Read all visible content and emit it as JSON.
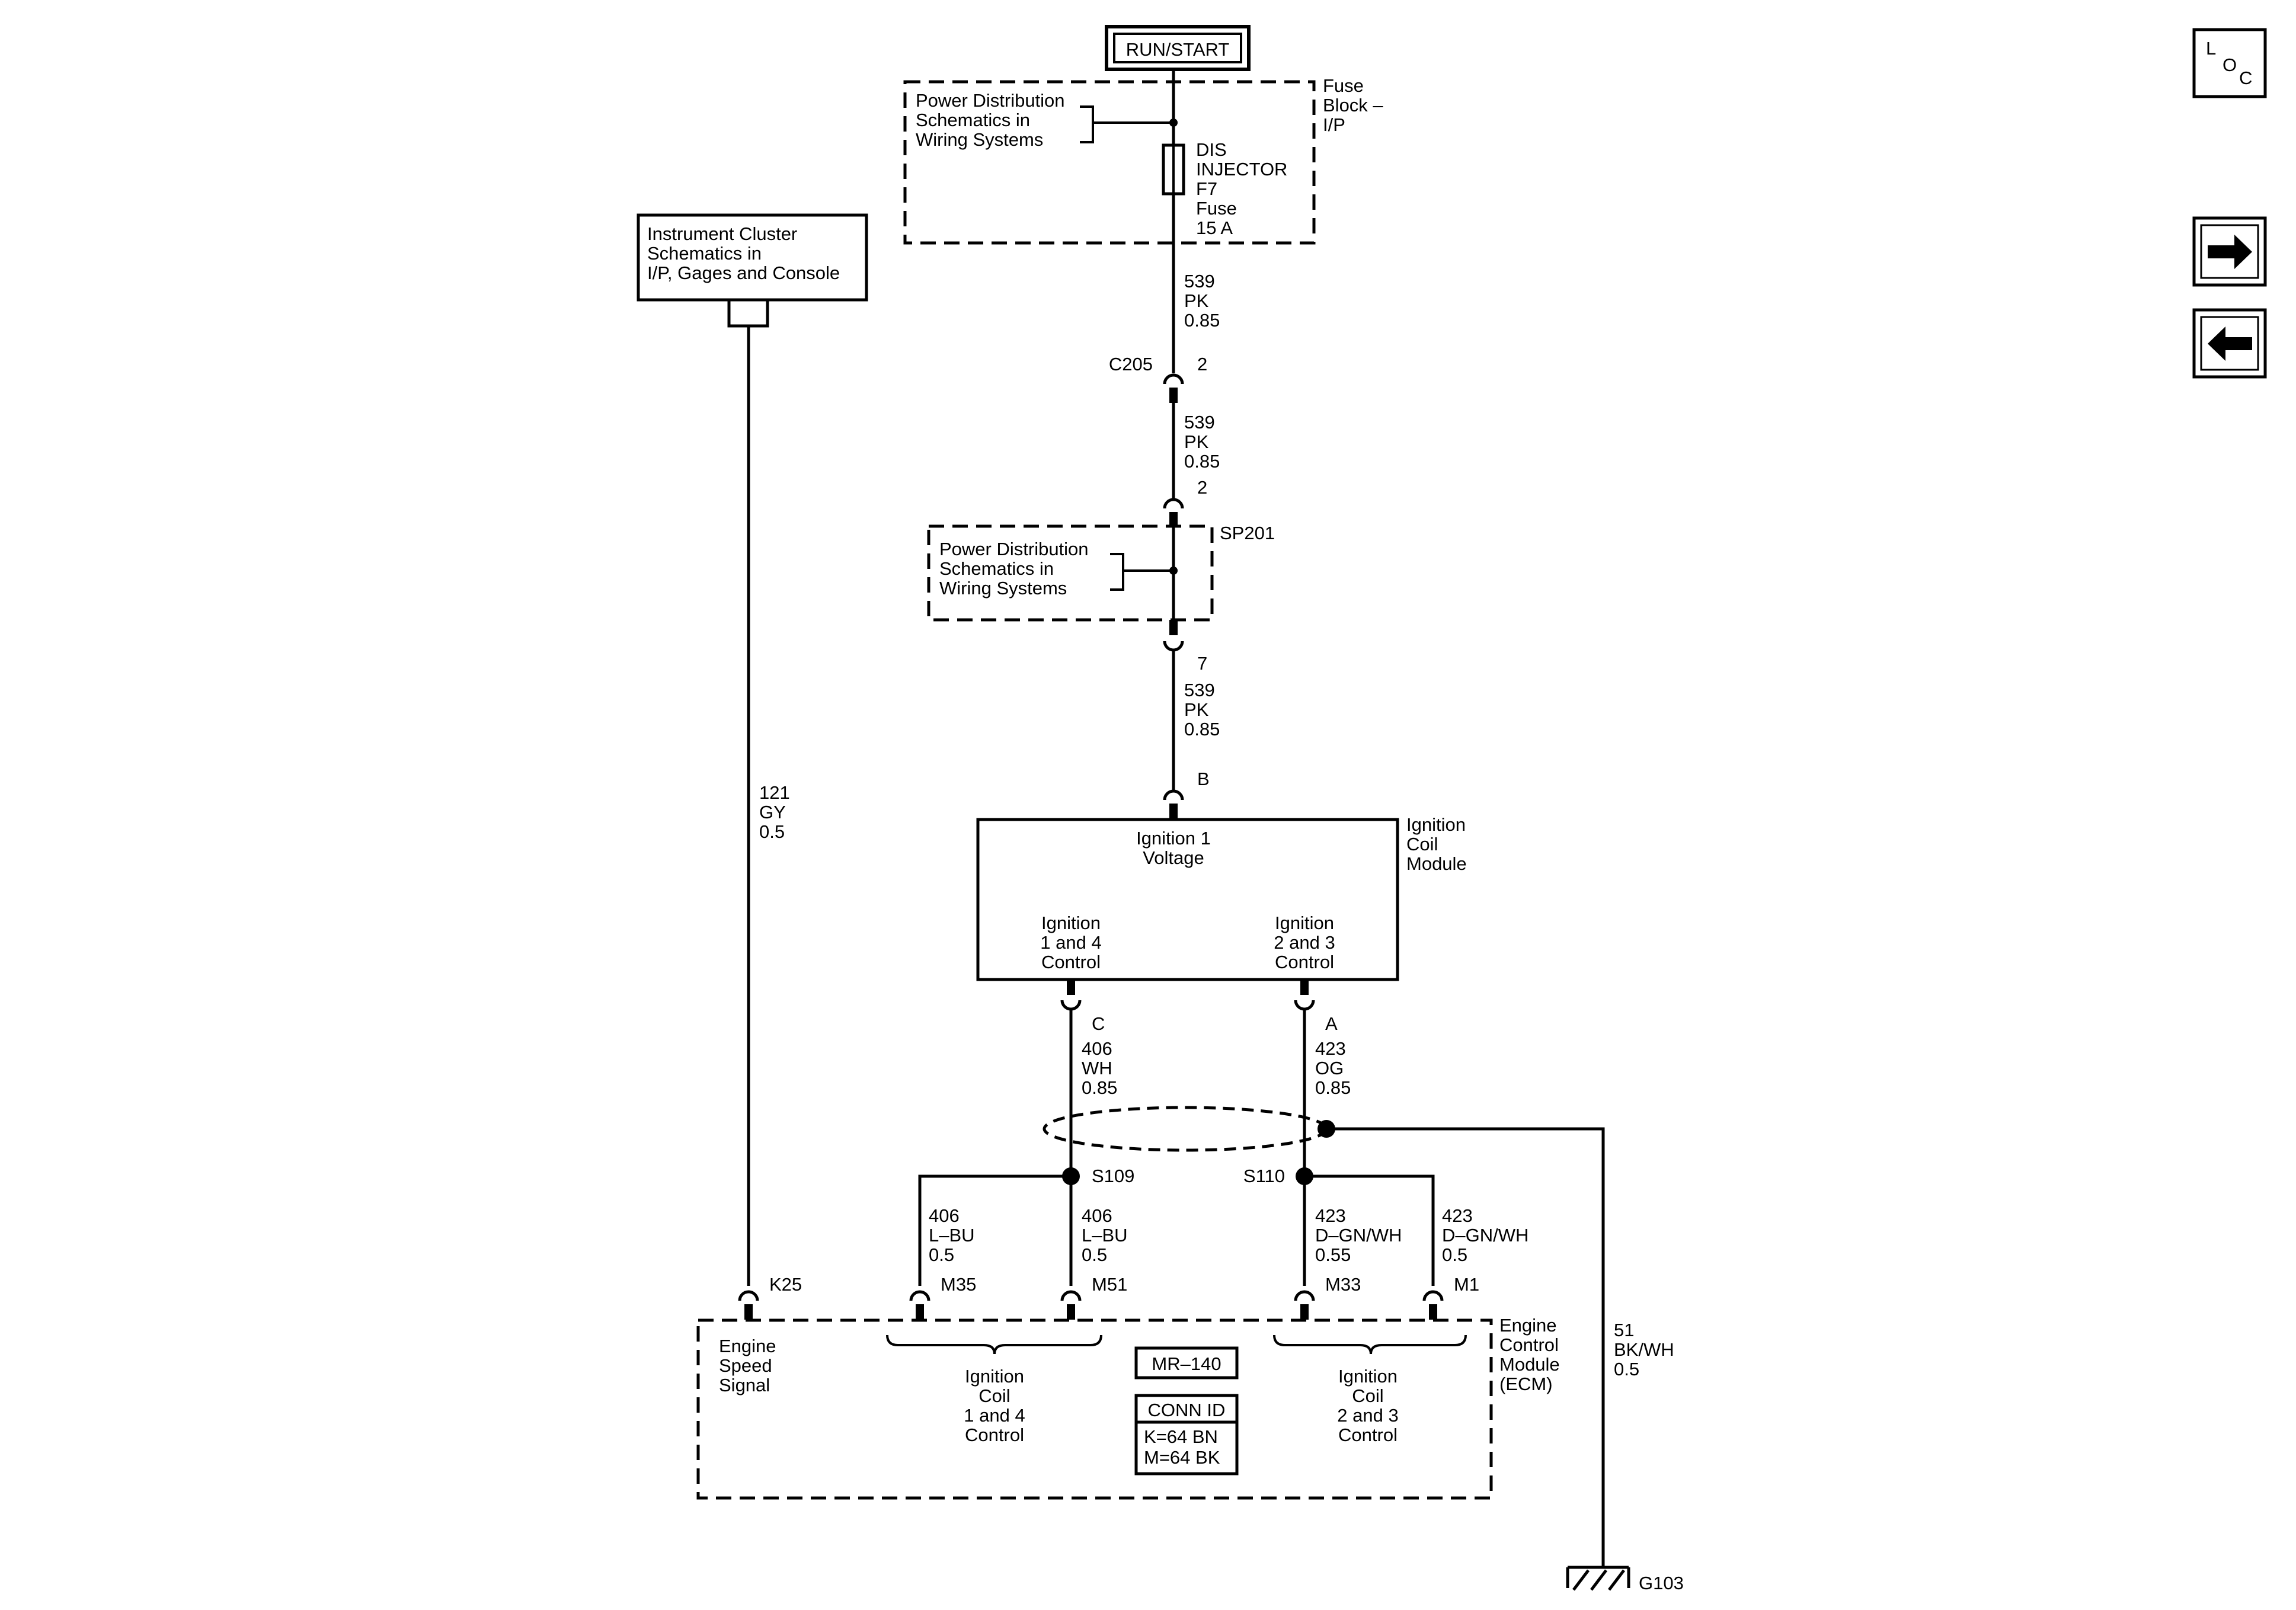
{
  "power_source": "RUN/START",
  "fuse_block": {
    "label": [
      "Fuse",
      "Block –",
      "I/P"
    ],
    "ref": [
      "Power Distribution",
      "Schematics in",
      "Wiring Systems"
    ],
    "fuse": [
      "DIS",
      "INJECTOR",
      "F7",
      "Fuse",
      "15 A"
    ]
  },
  "instrument_cluster_ref": [
    "Instrument Cluster",
    "Schematics in",
    "I/P, Gages and Console"
  ],
  "wires": {
    "w539_a": [
      "539",
      "PK",
      "0.85"
    ],
    "w539_b": [
      "539",
      "PK",
      "0.85"
    ],
    "w539_c": [
      "539",
      "PK",
      "0.85"
    ],
    "w121": [
      "121",
      "GY",
      "0.5"
    ],
    "w406_main": [
      "406",
      "WH",
      "0.85"
    ],
    "w423_main": [
      "423",
      "OG",
      "0.85"
    ],
    "w406_m35": [
      "406",
      "L–BU",
      "0.5"
    ],
    "w406_m51": [
      "406",
      "L–BU",
      "0.5"
    ],
    "w423_m33": [
      "423",
      "D–GN/WH",
      "0.55"
    ],
    "w423_m1": [
      "423",
      "D–GN/WH",
      "0.5"
    ],
    "w51": [
      "51",
      "BK/WH",
      "0.5"
    ]
  },
  "connectors": {
    "c205": "C205",
    "c205_pin": "2",
    "sp201_pin_in": "2",
    "sp201_pin_out": "7",
    "icm_b": "B",
    "icm_c": "C",
    "icm_a": "A",
    "k25": "K25",
    "m35": "M35",
    "m51": "M51",
    "m33": "M33",
    "m1": "M1"
  },
  "splice_pack": {
    "id": "SP201",
    "ref": [
      "Power Distribution",
      "Schematics in",
      "Wiring Systems"
    ]
  },
  "splices": {
    "s109": "S109",
    "s110": "S110"
  },
  "ignition_coil_module": {
    "name": [
      "Ignition",
      "Coil",
      "Module"
    ],
    "voltage": [
      "Ignition 1",
      "Voltage"
    ],
    "ctrl_14": [
      "Ignition",
      "1 and 4",
      "Control"
    ],
    "ctrl_23": [
      "Ignition",
      "2 and 3",
      "Control"
    ]
  },
  "ecm": {
    "name": [
      "Engine",
      "Control",
      "Module",
      "(ECM)"
    ],
    "speed_signal": [
      "Engine",
      "Speed",
      "Signal"
    ],
    "coil_14": [
      "Ignition",
      "Coil",
      "1 and 4",
      "Control"
    ],
    "coil_23": [
      "Ignition",
      "Coil",
      "2 and 3",
      "Control"
    ],
    "mr_id": "MR–140",
    "conn_id_title": "CONN ID",
    "conn_id_lines": [
      "K=64 BN",
      "M=64 BK"
    ]
  },
  "ground": "G103",
  "nav": {
    "loc_icon": [
      "L",
      "O",
      "C"
    ],
    "next": "next-arrow-icon",
    "prev": "prev-arrow-icon"
  }
}
